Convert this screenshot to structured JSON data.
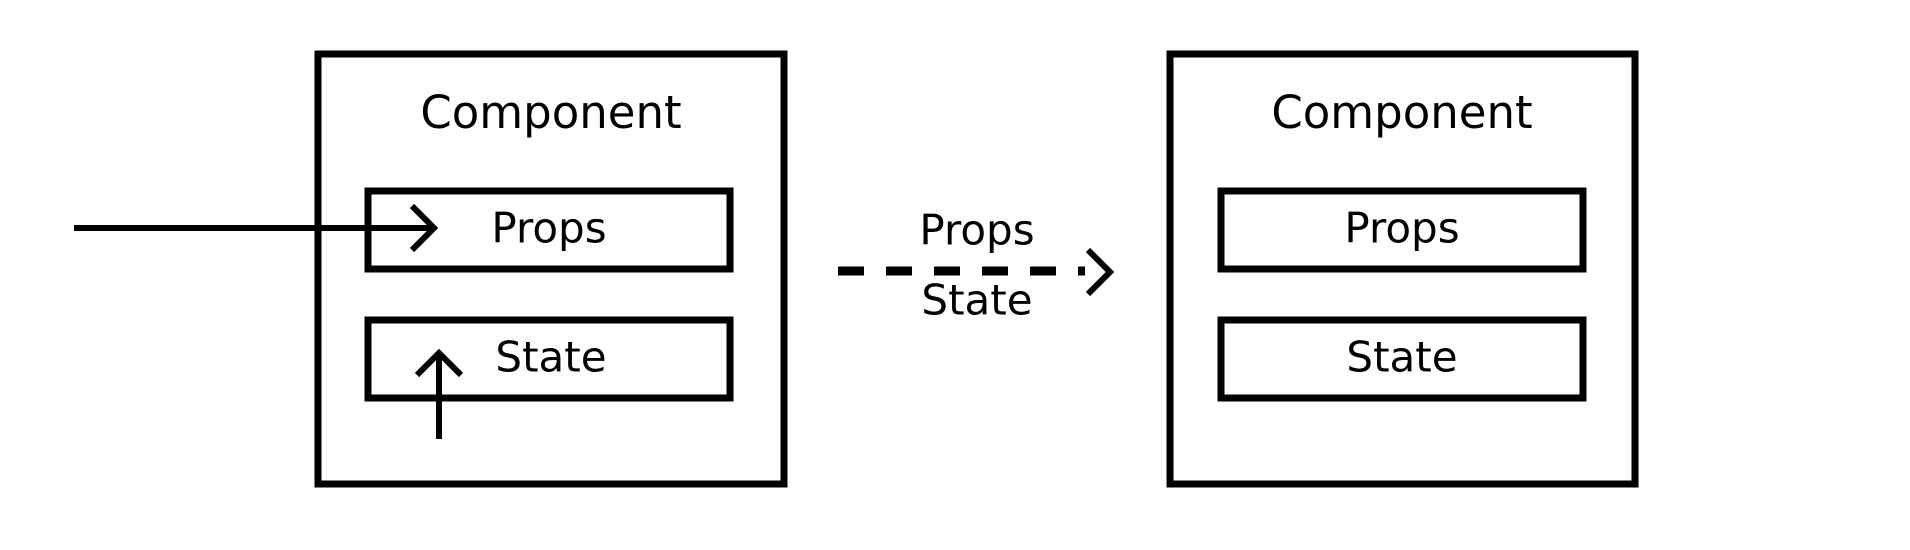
{
  "left_component": {
    "title": "Component",
    "props_label": "Props",
    "state_label": "State"
  },
  "transition": {
    "top_label": "Props",
    "bottom_label": "State"
  },
  "right_component": {
    "title": "Component",
    "props_label": "Props",
    "state_label": "State"
  },
  "colors": {
    "stroke": "#000000",
    "background": "#ffffff"
  }
}
